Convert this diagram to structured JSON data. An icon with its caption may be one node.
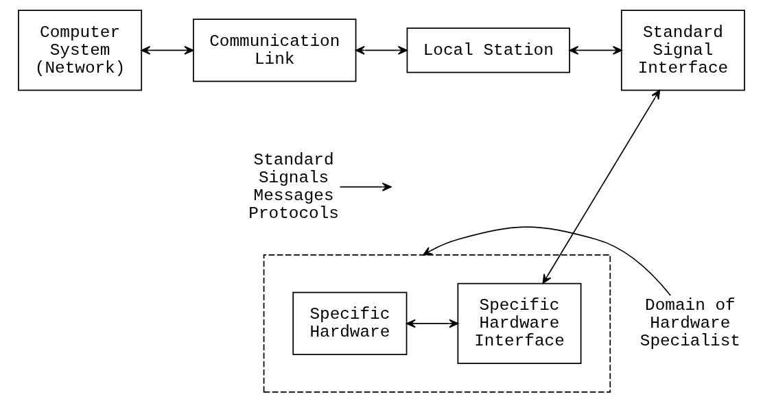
{
  "diagram": {
    "nodes": [
      {
        "text": [
          "Computer System (Network)"
        ]
      },
      {
        "text": [
          "Communication Link"
        ]
      },
      {
        "text": [
          "Local Station"
        ]
      },
      {
        "text": [
          "Standard Signal Interface"
        ]
      },
      {
        "text": [
          "Standard Signals Messages Protocols"
        ]
      },
      {
        "text": [
          "Domain of Hardware Specialist"
        ]
      },
      {
        "text": [],
        "shape": "box"
      },
      {
        "text": [
          "Specific Hardware"
        ],
        "in": 6
      },
      {
        "text": [
          "Specific Hardware Interface"
        ],
        "in": 6
      }
    ],
    "edges": [
      {
        "from": 0,
        "to": 1,
        "arrow": "both"
      },
      {
        "from": 1,
        "to": 2,
        "arrow": "both"
      },
      {
        "from": 2,
        "to": 3,
        "arrow": "both"
      },
      {
        "from": 3,
        "to": 8,
        "arrow": "both"
      },
      {
        "from": 7,
        "to": 8,
        "arrow": "both"
      },
      {
        "from": 4,
        "to": null,
        "arrow": "to"
      },
      {
        "from": 5,
        "to": 6,
        "arrow": "to"
      }
    ]
  }
}
